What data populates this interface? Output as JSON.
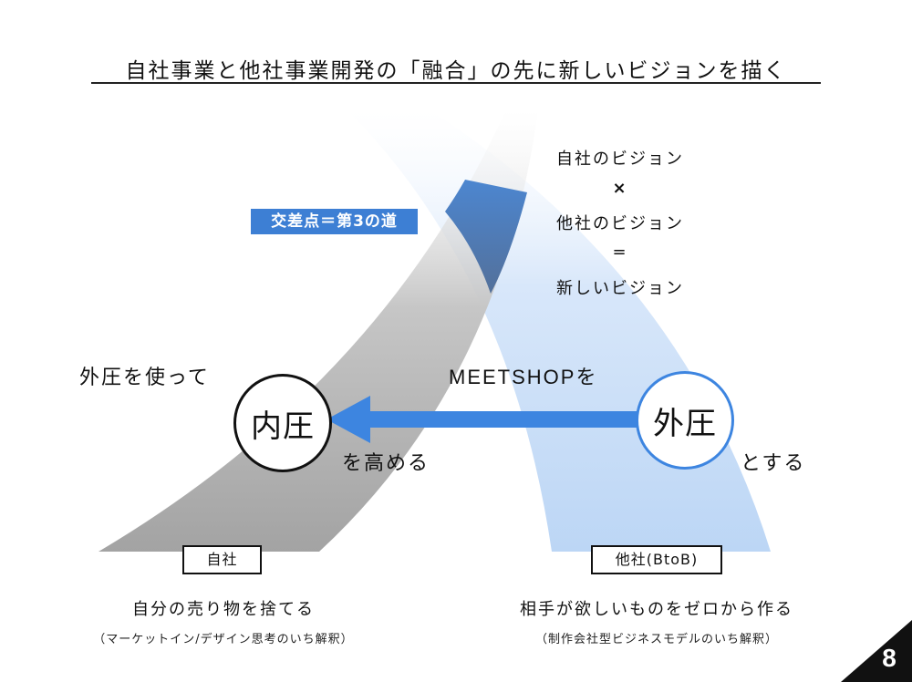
{
  "title": "自社事業と他社事業開発の「融合」の先に新しいビジョンを描く",
  "equation": {
    "line1": "自社のビジョン",
    "times": "×",
    "line2": "他社のビジョン",
    "equals": "=",
    "result": "新しいビジョン"
  },
  "badge": "交差点＝第3の道",
  "left_side": {
    "top_text": "外圧を使って",
    "circle_label": "内圧",
    "bottom_text": "を高める",
    "tag": "自社",
    "description": "自分の売り物を捨てる",
    "subtext": "（マーケットイン/デザイン思考のいち解釈）"
  },
  "right_side": {
    "top_text": "MEETSHOPを",
    "circle_label": "外圧",
    "bottom_text": "とする",
    "tag": "他社(BtoB)",
    "description": "相手が欲しいものをゼロから作る",
    "subtext": "（制作会社型ビジネスモデルのいち解釈）"
  },
  "page_number": "8",
  "colors": {
    "accent_blue": "#3d85e0",
    "badge_blue": "#3d7fd4",
    "gray_band": "#a9a9a9",
    "light_blue_band": "#c9def7",
    "intersection": "#4e7fb8"
  }
}
